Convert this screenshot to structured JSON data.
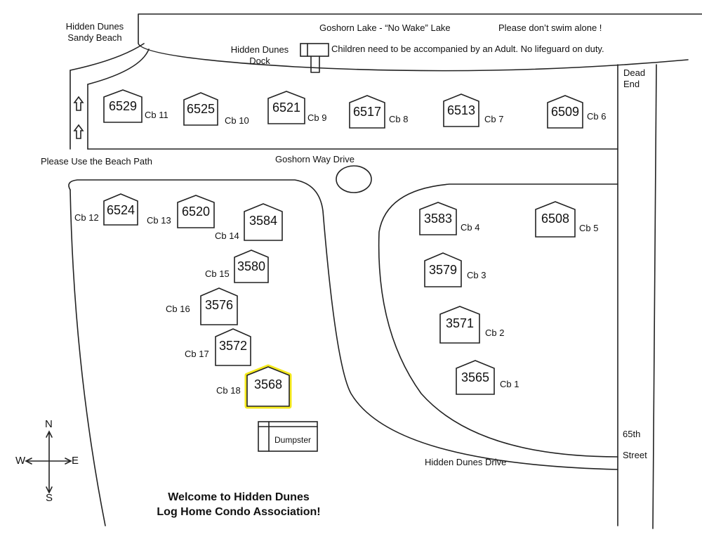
{
  "map": {
    "lake_label": "Goshorn Lake  - “No Wake” Lake",
    "swim_notice": "Please don’t swim alone !",
    "children_notice": "Children need to be accompanied by an Adult. No lifeguard on duty.",
    "beach_label_line1": "Hidden Dunes",
    "beach_label_line2": "Sandy Beach",
    "dock_label_line1": "Hidden Dunes",
    "dock_label_line2": "Dock",
    "dead_end_line1": "Dead",
    "dead_end_line2": "End",
    "beach_path_label": "Please Use the Beach Path",
    "goshorn_way_label": "Goshorn Way Drive",
    "hidden_dunes_drive_label": "Hidden Dunes Drive",
    "street_line1": "65th",
    "street_line2": "Street",
    "dumpster_label": "Dumpster",
    "welcome_line1": "Welcome to Hidden Dunes",
    "welcome_line2": "Log Home Condo Association!",
    "highlighted_cabin": "3568",
    "highlight_color": "#f5ea1d",
    "compass": {
      "n": "N",
      "s": "S",
      "e": "E",
      "w": "W"
    },
    "arrow_icon": "up-arrow-icon",
    "cabins": [
      {
        "number": "6529",
        "cb": "Cb 11"
      },
      {
        "number": "6525",
        "cb": "Cb 10"
      },
      {
        "number": "6521",
        "cb": "Cb 9"
      },
      {
        "number": "6517",
        "cb": "Cb 8"
      },
      {
        "number": "6513",
        "cb": "Cb 7"
      },
      {
        "number": "6509",
        "cb": "Cb 6"
      },
      {
        "number": "6524",
        "cb": "Cb 12"
      },
      {
        "number": "6520",
        "cb": "Cb 13"
      },
      {
        "number": "3584",
        "cb": "Cb 14"
      },
      {
        "number": "3580",
        "cb": "Cb 15"
      },
      {
        "number": "3576",
        "cb": "Cb 16"
      },
      {
        "number": "3572",
        "cb": "Cb 17"
      },
      {
        "number": "3568",
        "cb": "Cb 18"
      },
      {
        "number": "3583",
        "cb": "Cb 4"
      },
      {
        "number": "6508",
        "cb": "Cb 5"
      },
      {
        "number": "3579",
        "cb": "Cb 3"
      },
      {
        "number": "3571",
        "cb": "Cb 2"
      },
      {
        "number": "3565",
        "cb": "Cb 1"
      }
    ]
  }
}
